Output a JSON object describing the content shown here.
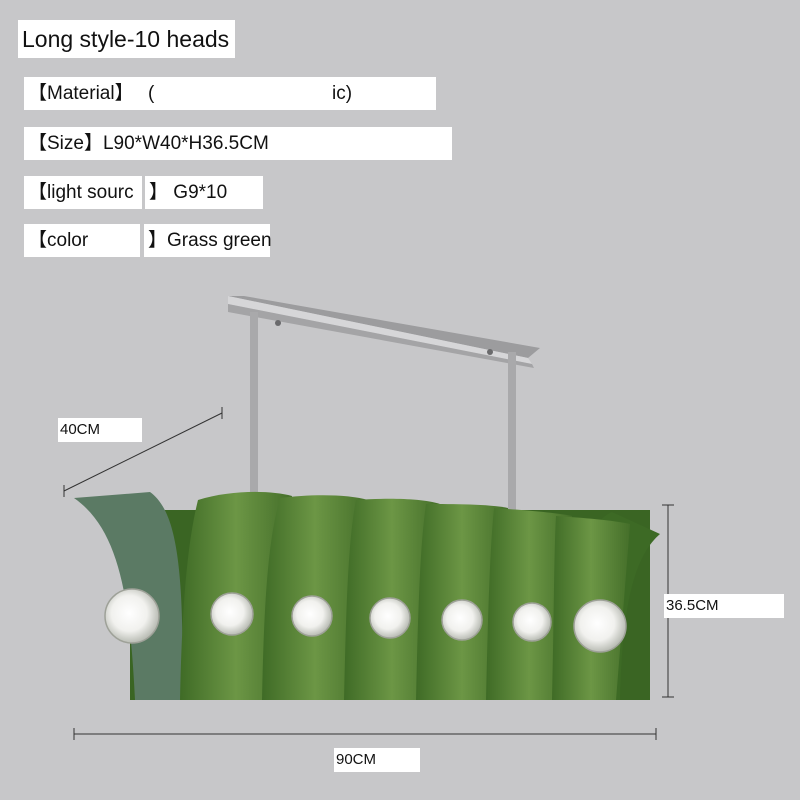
{
  "heading": "Long style-10 heads",
  "specs": {
    "material_label": "【Material】",
    "material_value": "(",
    "material_tail": "ic)",
    "size_label": "【Size】",
    "size_value": "L90*W40*H36.5CM",
    "light_label": "【light sourc",
    "light_bracket": "】",
    "light_value": "G9*10",
    "color_label": "【color",
    "color_bracket": "】",
    "color_value": "Grass green"
  },
  "dimensions": {
    "width": "40CM",
    "height": "36.5CM",
    "length": "90CM"
  },
  "colors": {
    "background": "#c7c7c9",
    "glass": "#5f8a3a",
    "glass_dark": "#3e6a25",
    "chrome": "#b9b9bb"
  }
}
